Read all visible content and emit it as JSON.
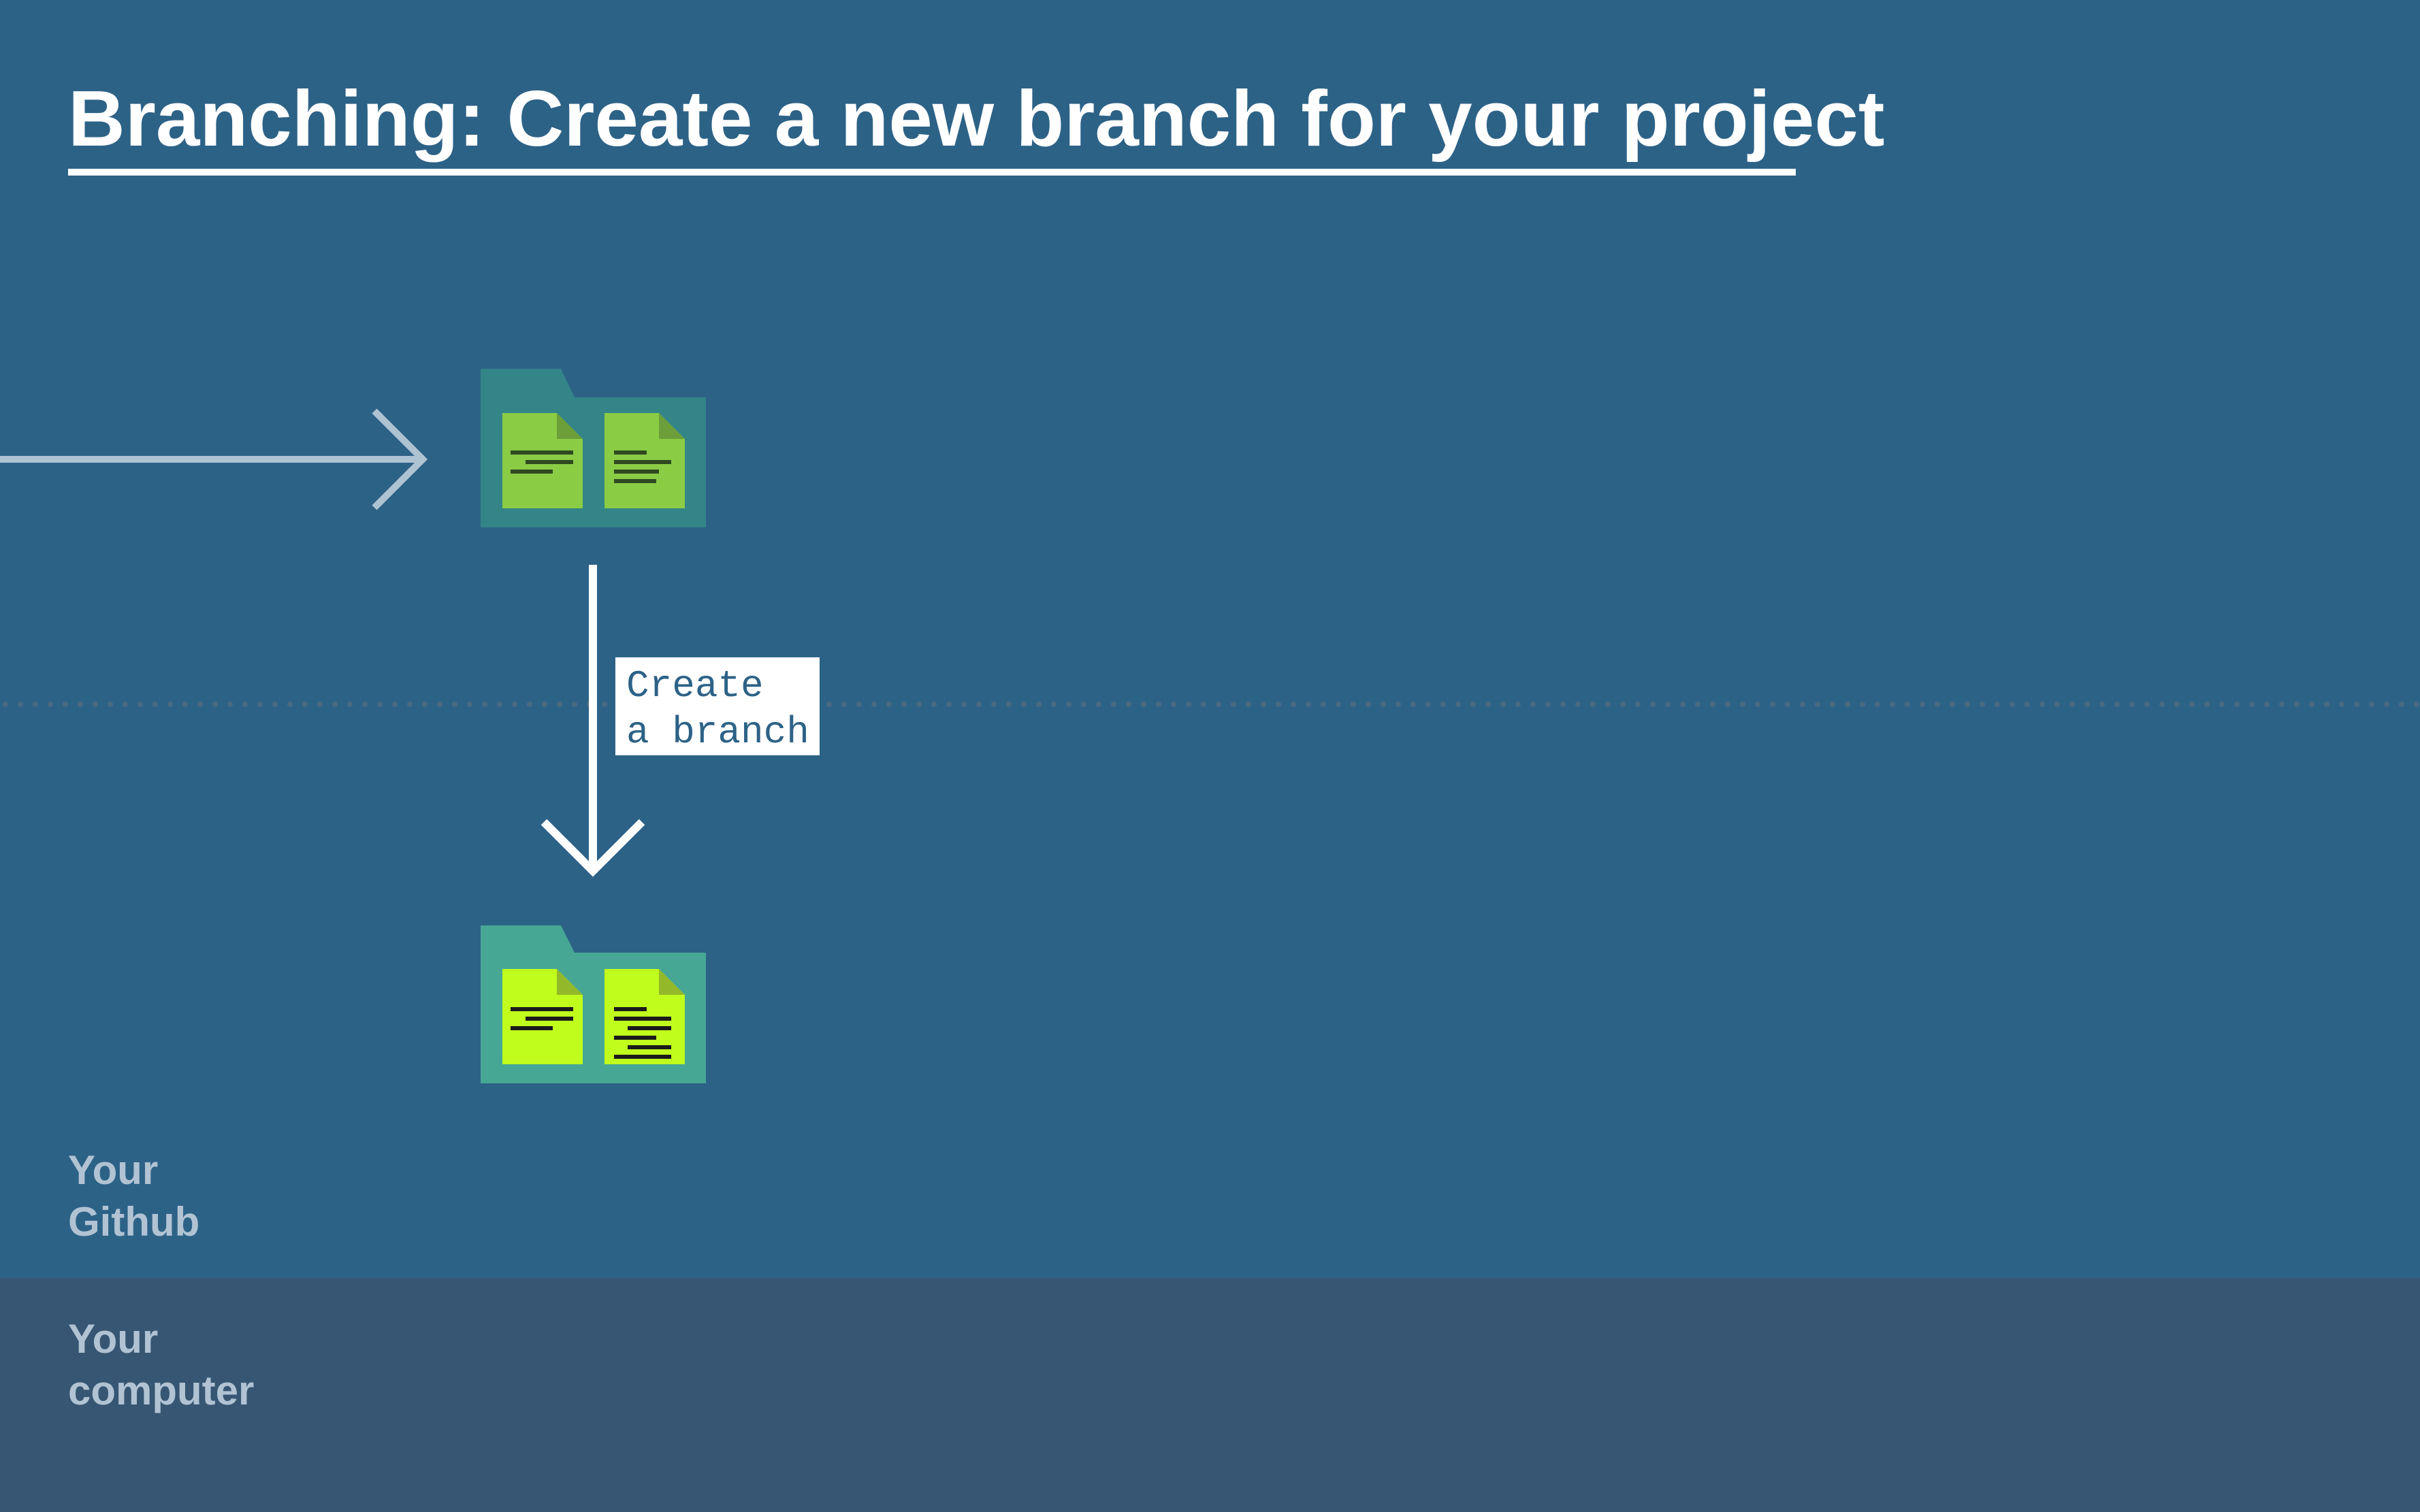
{
  "title": "Branching: Create a new branch for your project",
  "branch_label": {
    "line1": "Create",
    "line2": "a branch"
  },
  "zones": {
    "github": {
      "line1": "Your",
      "line2": "Github"
    },
    "computer": {
      "line1": "Your",
      "line2": "computer"
    }
  },
  "colors": {
    "background": "#2d6287",
    "computer_band": "#365673",
    "remote_folder": "#338587",
    "local_folder": "#46a894",
    "remote_file": "#8bcc45",
    "local_file": "#c0fc1c",
    "separator": "#4a6a82",
    "incoming_arrow": "#aec3d2"
  }
}
